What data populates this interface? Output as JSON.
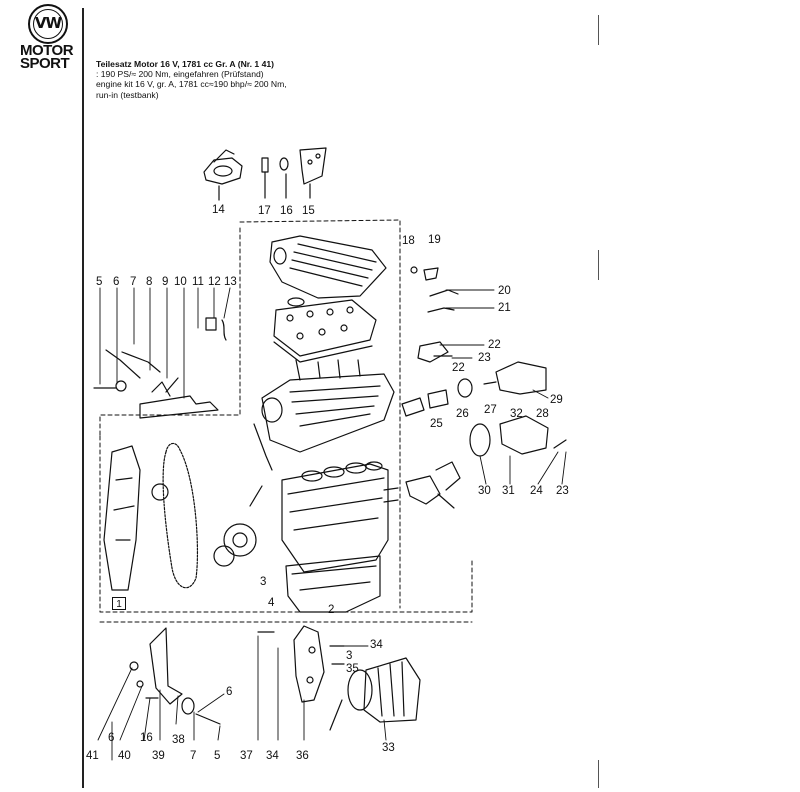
{
  "logo": {
    "line1": "VW",
    "line2": "MOTOR",
    "line3": "SPORT"
  },
  "title": {
    "de_line1": "Teilesatz Motor 16 V, 1781 cc Gr. A (Nr. 1 41)",
    "de_line2": ": 190 PS/≈ 200 Nm, eingefahren (Prüfstand)",
    "en_line1": "engine kit 16 V, gr. A, 1781 cc≈190 bhp/≈ 200 Nm,",
    "en_line2": "run-in (testbank)"
  },
  "group_badge": "1",
  "callouts": [
    {
      "label": "14"
    },
    {
      "label": "17"
    },
    {
      "label": "16"
    },
    {
      "label": "15"
    },
    {
      "label": "18"
    },
    {
      "label": "19"
    },
    {
      "label": "20"
    },
    {
      "label": "21"
    },
    {
      "label": "22"
    },
    {
      "label": "23"
    },
    {
      "label": "22"
    },
    {
      "label": "29"
    },
    {
      "label": "25"
    },
    {
      "label": "26"
    },
    {
      "label": "27"
    },
    {
      "label": "32"
    },
    {
      "label": "28"
    },
    {
      "label": "30"
    },
    {
      "label": "31"
    },
    {
      "label": "24"
    },
    {
      "label": "23"
    },
    {
      "label": "5"
    },
    {
      "label": "6"
    },
    {
      "label": "7"
    },
    {
      "label": "8"
    },
    {
      "label": "9"
    },
    {
      "label": "10"
    },
    {
      "label": "11"
    },
    {
      "label": "12"
    },
    {
      "label": "13"
    },
    {
      "label": "3"
    },
    {
      "label": "4"
    },
    {
      "label": "2"
    },
    {
      "label": "34"
    },
    {
      "label": "3"
    },
    {
      "label": "35"
    },
    {
      "label": "6"
    },
    {
      "label": "41"
    },
    {
      "label": "6"
    },
    {
      "label": "40"
    },
    {
      "label": "16"
    },
    {
      "label": "39"
    },
    {
      "label": "38"
    },
    {
      "label": "7"
    },
    {
      "label": "5"
    },
    {
      "label": "37"
    },
    {
      "label": "34"
    },
    {
      "label": "36"
    },
    {
      "label": "33"
    }
  ]
}
